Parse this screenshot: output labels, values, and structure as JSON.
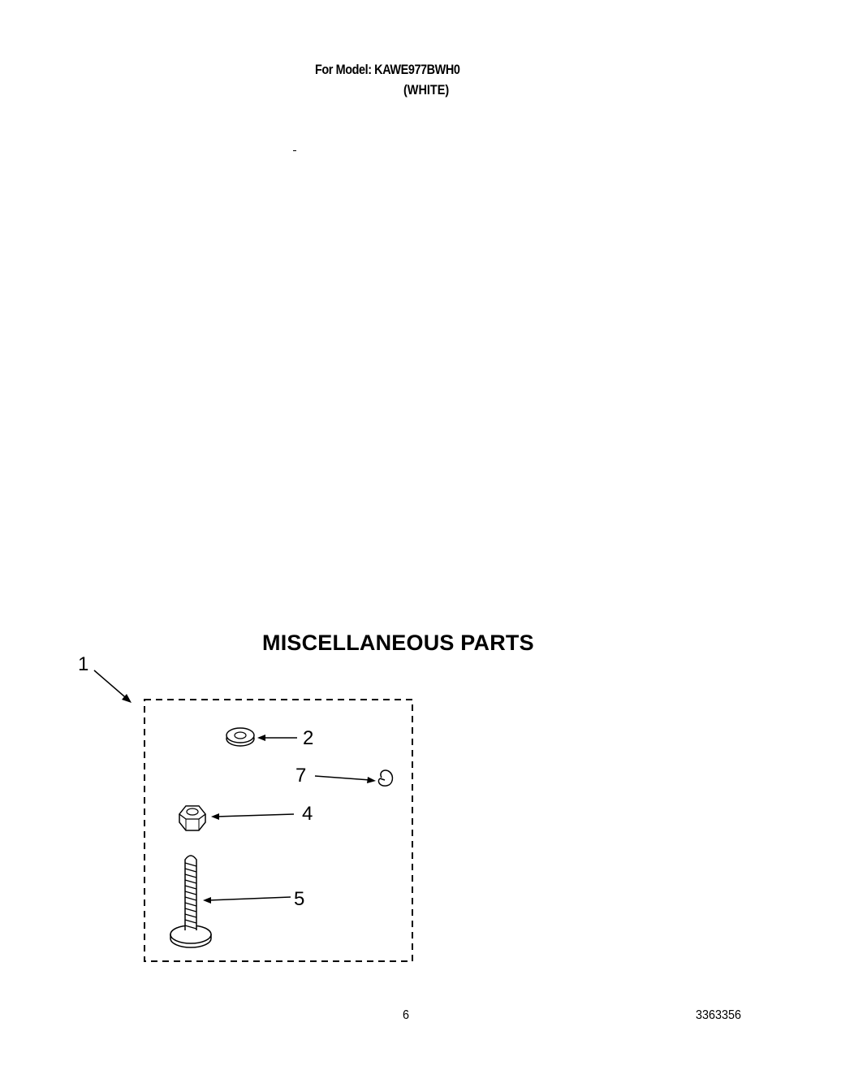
{
  "header": {
    "model_line": "For Model: KAWE977BWH0",
    "color_line": "(WHITE)"
  },
  "section": {
    "title": "MISCELLANEOUS PARTS"
  },
  "callouts": {
    "kit": "1",
    "washer": "2",
    "clip": "7",
    "nut": "4",
    "bolt": "5"
  },
  "footer": {
    "page_number": "6",
    "document_number": "3363356"
  }
}
